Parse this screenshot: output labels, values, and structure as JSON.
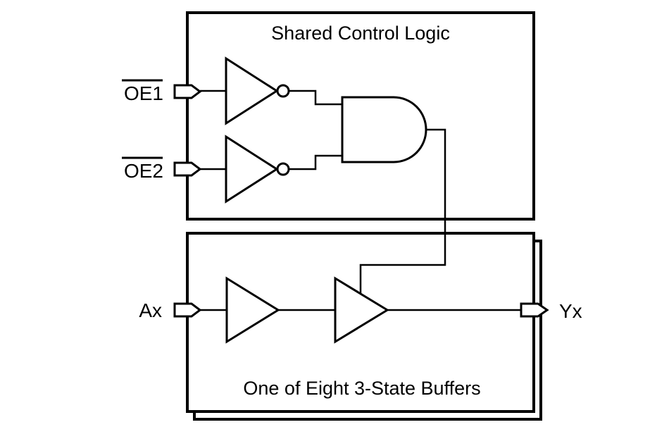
{
  "top_box": {
    "title": "Shared Control Logic",
    "inputs": [
      {
        "label": "OE1",
        "active_low": true
      },
      {
        "label": "OE2",
        "active_low": true
      }
    ],
    "gates": [
      "inverter",
      "inverter",
      "and-gate"
    ]
  },
  "bottom_box": {
    "title": "One of Eight 3-State Buffers",
    "input": {
      "label": "Ax"
    },
    "output": {
      "label": "Yx"
    },
    "gates": [
      "buffer",
      "tristate-buffer"
    ]
  },
  "colors": {
    "line": "#000000",
    "background": "#ffffff"
  }
}
